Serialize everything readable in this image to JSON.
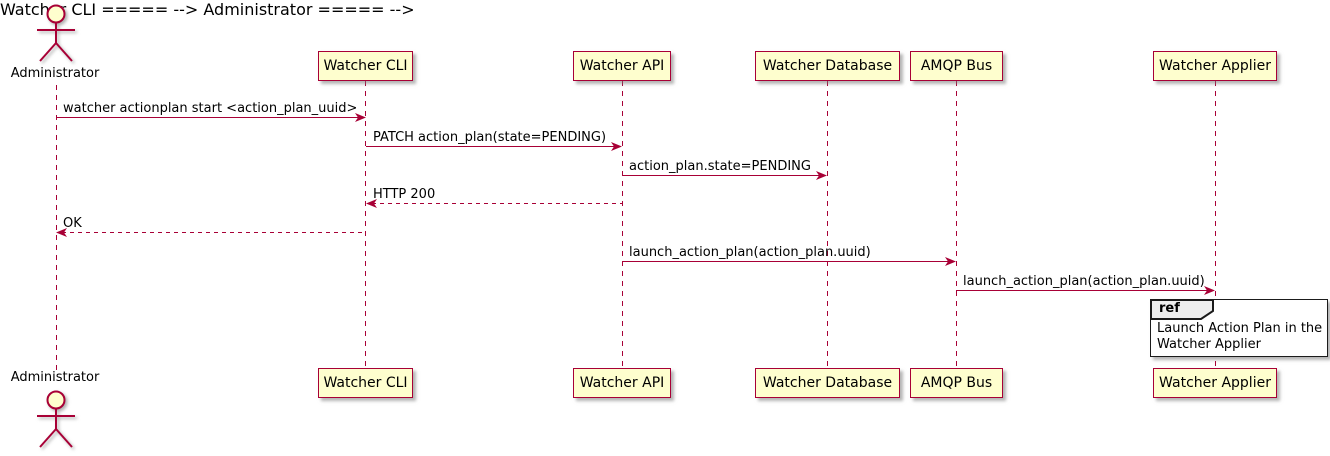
{
  "diagram": {
    "kind": "uml-sequence-diagram",
    "actor": {
      "label": "Administrator"
    },
    "participants": [
      {
        "label": "Watcher CLI"
      },
      {
        "label": "Watcher API"
      },
      {
        "label": "Watcher Database"
      },
      {
        "label": "AMQP Bus"
      },
      {
        "label": "Watcher Applier"
      }
    ],
    "messages": [
      {
        "from": "Administrator",
        "to": "Watcher CLI",
        "line": "solid",
        "label": "watcher actionplan start <action_plan_uuid>"
      },
      {
        "from": "Watcher CLI",
        "to": "Watcher API",
        "line": "solid",
        "label": "PATCH action_plan(state=PENDING)"
      },
      {
        "from": "Watcher API",
        "to": "Watcher Database",
        "line": "solid",
        "label": "action_plan.state=PENDING"
      },
      {
        "from": "Watcher API",
        "to": "Watcher CLI",
        "line": "dashed",
        "label": "HTTP 200"
      },
      {
        "from": "Watcher CLI",
        "to": "Administrator",
        "line": "dashed",
        "label": "OK"
      },
      {
        "from": "Watcher API",
        "to": "AMQP Bus",
        "line": "solid",
        "label": "launch_action_plan(action_plan.uuid)"
      },
      {
        "from": "AMQP Bus",
        "to": "Watcher Applier",
        "line": "solid",
        "label": "launch_action_plan(action_plan.uuid)"
      }
    ],
    "ref_fragment": {
      "keyword": "ref",
      "lines": [
        "Launch Action Plan in the",
        "Watcher Applier"
      ]
    },
    "colors": {
      "participant_fill": "#FEFECE",
      "participant_border": "#A80036",
      "line": "#A80036",
      "text": "#000000",
      "ref_border": "#1B1B1B",
      "ref_header_fill": "#EEEEEE",
      "background": "#FFFFFF"
    }
  }
}
